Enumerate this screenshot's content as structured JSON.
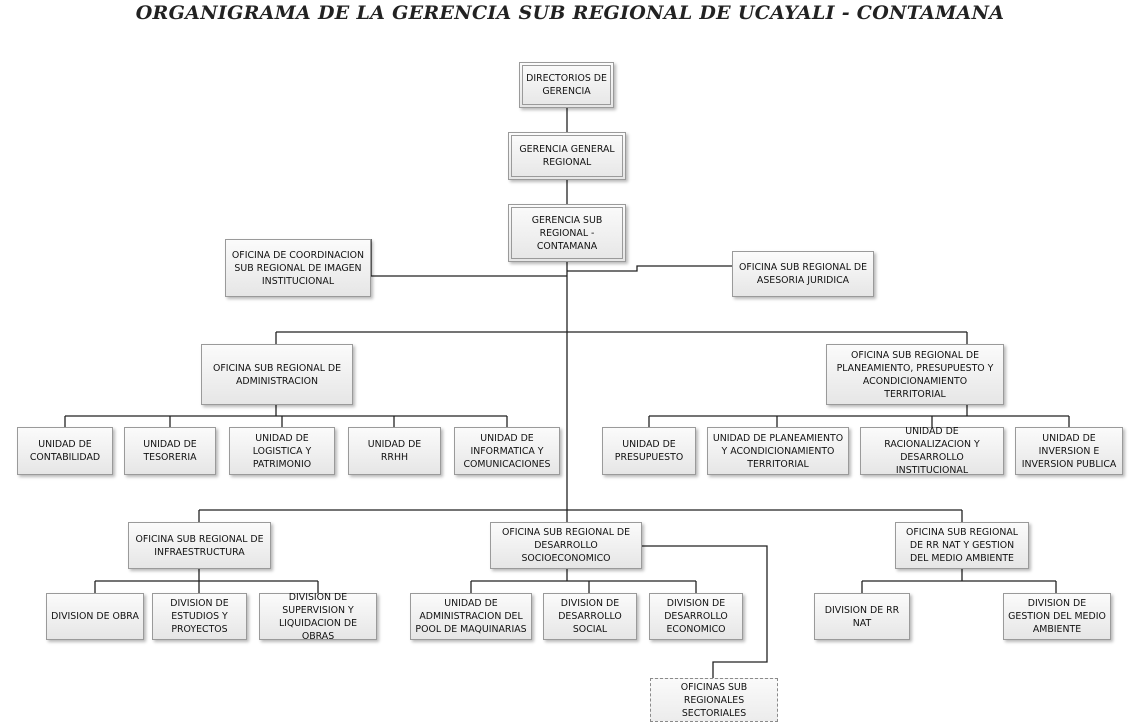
{
  "title": "ORGANIGRAMA DE LA GERENCIA SUB REGIONAL DE UCAYALI - CONTAMANA",
  "nodes": {
    "directorios": "DIRECTORIOS DE GERENCIA",
    "gerencia_general": "GERENCIA GENERAL REGIONAL",
    "gerencia_sub": "GERENCIA SUB REGIONAL - CONTAMANA",
    "imagen": "OFICINA DE COORDINACION SUB REGIONAL DE IMAGEN INSTITUCIONAL",
    "asesoria": "OFICINA SUB REGIONAL DE ASESORIA JURIDICA",
    "administracion": "OFICINA SUB REGIONAL DE ADMINISTRACION",
    "planeamiento": "OFICINA SUB REGIONAL DE PLANEAMIENTO, PRESUPUESTO Y ACONDICIONAMIENTO TERRITORIAL",
    "contabilidad": "UNIDAD DE CONTABILIDAD",
    "tesoreria": "UNIDAD DE TESORERIA",
    "logistica": "UNIDAD DE LOGISTICA Y PATRIMONIO",
    "rrhh": "UNIDAD DE RRHH",
    "informatica": "UNIDAD DE INFORMATICA Y COMUNICACIONES",
    "presupuesto": "UNIDAD DE PRESUPUESTO",
    "planeamiento_unidad": "UNIDAD DE PLANEAMIENTO Y ACONDICIONAMIENTO TERRITORIAL",
    "racionalizacion": "UNIDAD DE RACIONALIZACION Y DESARROLLO INSTITUCIONAL",
    "inversion": "UNIDAD DE INVERSION E INVERSION PUBLICA",
    "infraestructura": "OFICINA SUB REGIONAL DE INFRAESTRUCTURA",
    "socioeconomico": "OFICINA SUB REGIONAL DE DESARROLLO SOCIOECONOMICO",
    "medio_ambiente": "OFICINA SUB REGIONAL DE RR NAT Y GESTION DEL MEDIO AMBIENTE",
    "obra": "DIVISION DE OBRA",
    "estudios": "DIVISION DE ESTUDIOS Y PROYECTOS",
    "supervision": "DIVISION DE SUPERVISION Y LIQUIDACION DE OBRAS",
    "maquinarias": "UNIDAD DE ADMINISTRACION DEL POOL DE MAQUINARIAS",
    "social": "DIVISION DE DESARROLLO SOCIAL",
    "economico": "DIVISION DE DESARROLLO ECONOMICO",
    "rr_nat": "DIVISION DE RR NAT",
    "gestion_ambiente": "DIVISION DE GESTION DEL MEDIO AMBIENTE",
    "sectoriales": "OFICINAS SUB REGIONALES SECTORIALES"
  }
}
